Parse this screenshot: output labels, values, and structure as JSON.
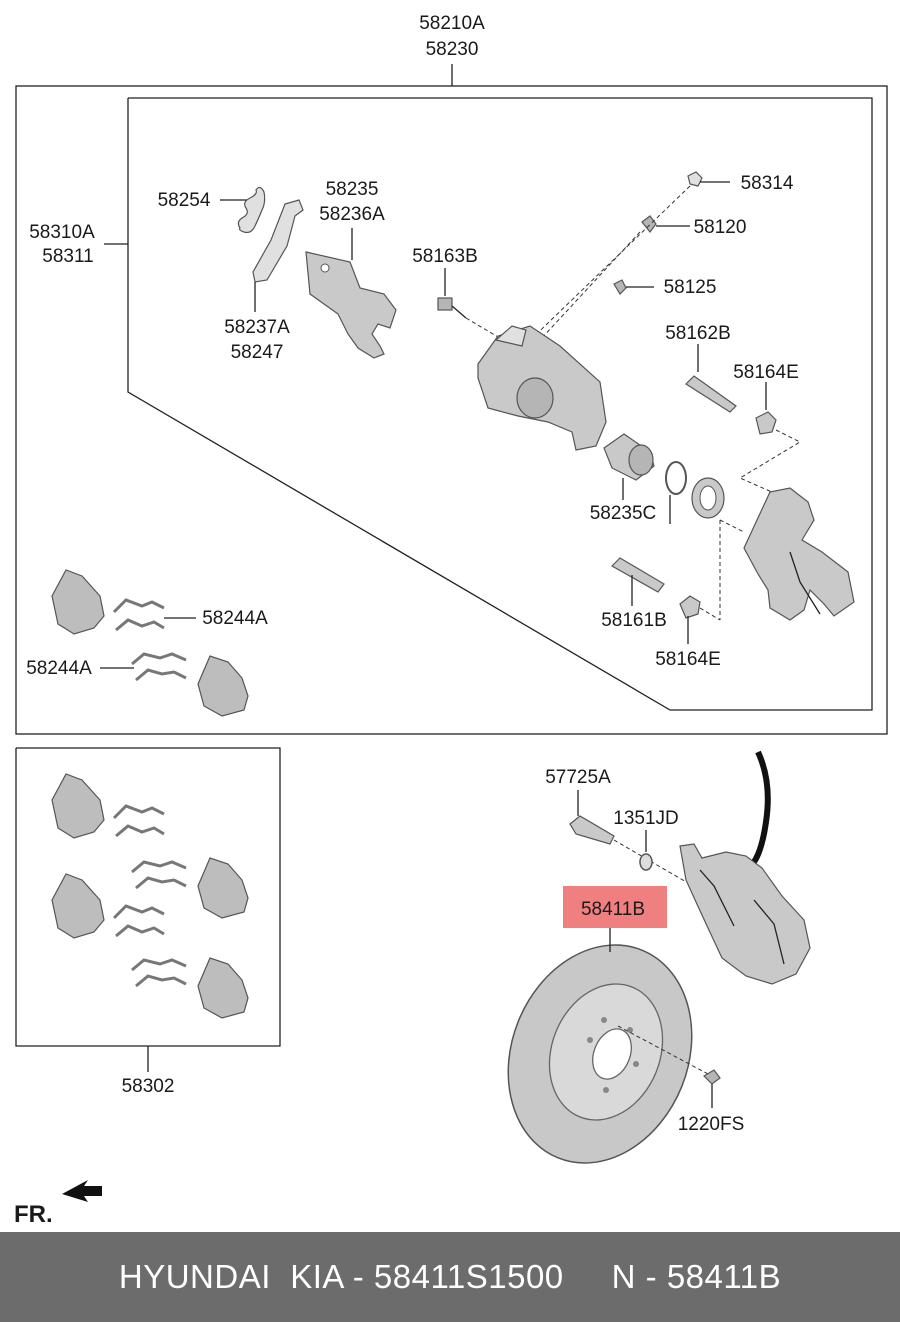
{
  "labels": {
    "assembly_top_1": "58210A",
    "assembly_top_2": "58230",
    "caliper_assy_1": "58310A",
    "caliper_assy_2": "58311",
    "spring": "58254",
    "bracket_1": "58235",
    "bracket_2": "58236A",
    "lever_1": "58237A",
    "lever_2": "58247",
    "bolt_upper": "58163B",
    "cap": "58314",
    "bleeder": "58120",
    "bleeder_cap": "58125",
    "guide_pin_upper": "58162B",
    "boot_upper": "58164E",
    "piston": "58235C",
    "guide_pin_lower": "58161B",
    "boot_lower": "58164E",
    "shim_upper": "58244A",
    "shim_lower": "58244A",
    "pad_kit": "58302",
    "mount_bolt": "57725A",
    "washer": "1351JD",
    "disc": "58411B",
    "disc_screw": "1220FS",
    "front_indicator": "FR."
  },
  "highlight": {
    "part": "58411B",
    "color": "#f08080"
  },
  "footer": {
    "brand": "HYUNDAI  KIA - 58411S1500",
    "ref": "N - 58411B",
    "background": "#6c6c6c",
    "text_color": "#ffffff"
  },
  "icons": {
    "front_arrow": "arrow-left-icon"
  }
}
